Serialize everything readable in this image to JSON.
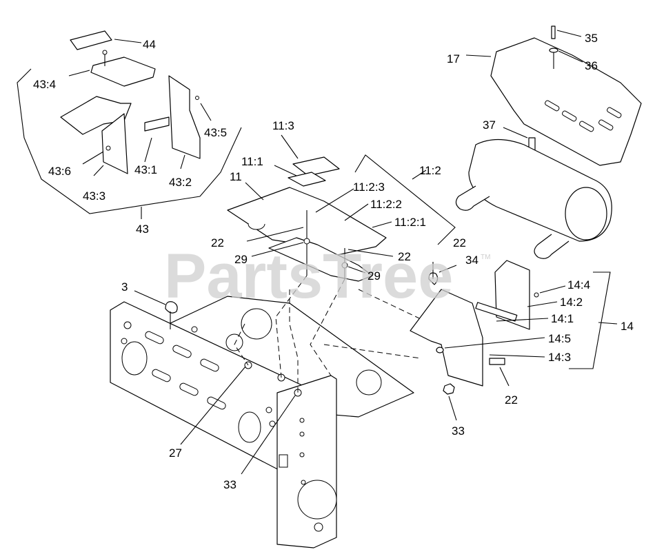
{
  "watermark": {
    "text": "PartsTree",
    "mark": "TM",
    "color": "#cfcfcf"
  },
  "callouts": [
    {
      "id": "44",
      "text": "44"
    },
    {
      "id": "43_4",
      "text": "43:4"
    },
    {
      "id": "43_5",
      "text": "43:5"
    },
    {
      "id": "43_6",
      "text": "43:6"
    },
    {
      "id": "43_1",
      "text": "43:1"
    },
    {
      "id": "43_2",
      "text": "43:2"
    },
    {
      "id": "43_3",
      "text": "43:3"
    },
    {
      "id": "43",
      "text": "43"
    },
    {
      "id": "11_3",
      "text": "11:3"
    },
    {
      "id": "11_1",
      "text": "11:1"
    },
    {
      "id": "11",
      "text": "11"
    },
    {
      "id": "11_2",
      "text": "11:2"
    },
    {
      "id": "11_2_3",
      "text": "11:2:3"
    },
    {
      "id": "11_2_2",
      "text": "11:2:2"
    },
    {
      "id": "11_2_1",
      "text": "11:2:1"
    },
    {
      "id": "22_a",
      "text": "22"
    },
    {
      "id": "29_a",
      "text": "29"
    },
    {
      "id": "22_b",
      "text": "22"
    },
    {
      "id": "29_b",
      "text": "29"
    },
    {
      "id": "22_c",
      "text": "22"
    },
    {
      "id": "34",
      "text": "34"
    },
    {
      "id": "3",
      "text": "3"
    },
    {
      "id": "17",
      "text": "17"
    },
    {
      "id": "35",
      "text": "35"
    },
    {
      "id": "36",
      "text": "36"
    },
    {
      "id": "37",
      "text": "37"
    },
    {
      "id": "14_4",
      "text": "14:4"
    },
    {
      "id": "14_2",
      "text": "14:2"
    },
    {
      "id": "14_1",
      "text": "14:1"
    },
    {
      "id": "14",
      "text": "14"
    },
    {
      "id": "14_5",
      "text": "14:5"
    },
    {
      "id": "14_3",
      "text": "14:3"
    },
    {
      "id": "22_d",
      "text": "22"
    },
    {
      "id": "33_a",
      "text": "33"
    },
    {
      "id": "27",
      "text": "27"
    },
    {
      "id": "33_b",
      "text": "33"
    }
  ]
}
